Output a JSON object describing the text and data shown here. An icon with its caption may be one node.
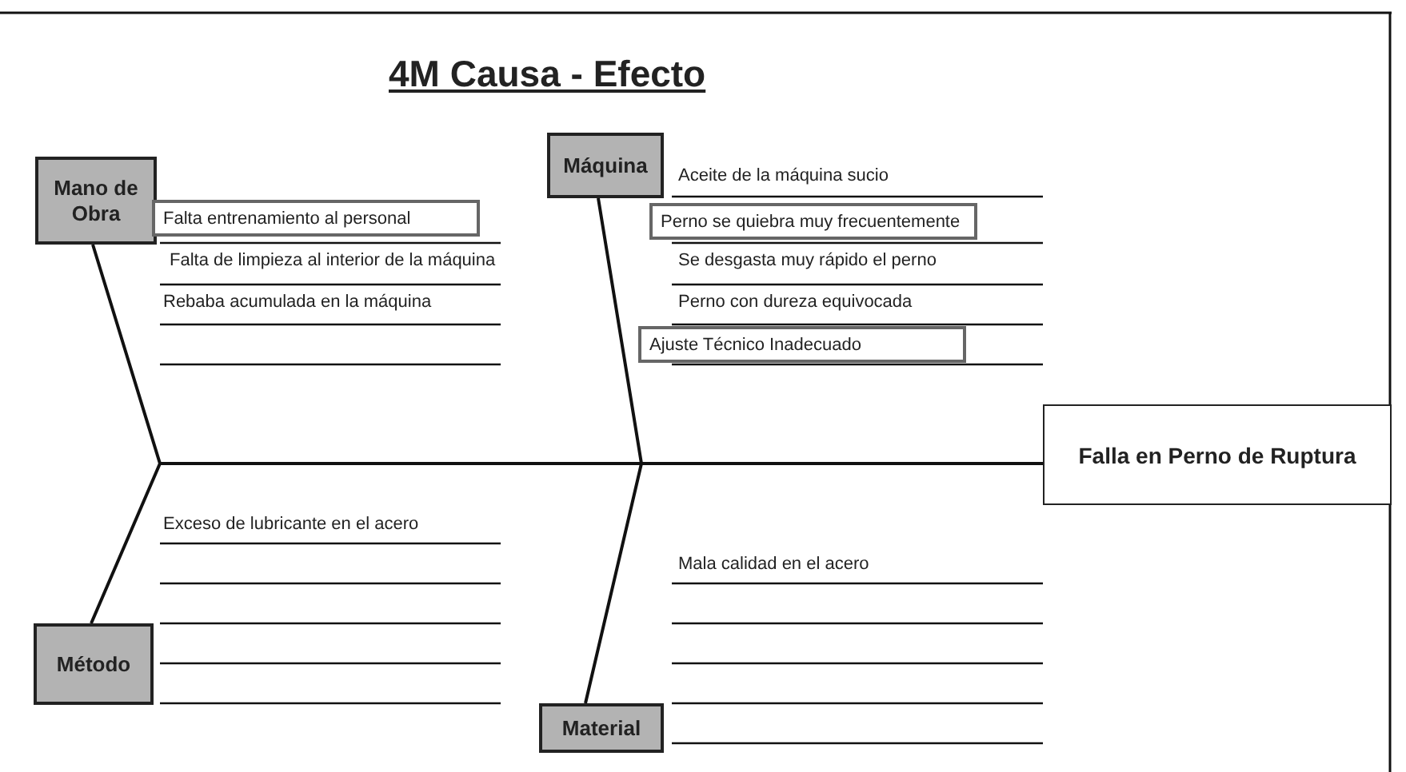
{
  "diagram": {
    "title": "4M Causa - Efecto",
    "nodes": [
      {
        "text": [
          "Mano de Obra"
        ]
      },
      {
        "text": [
          "Máquina"
        ]
      },
      {
        "text": [
          "Falta entrenamiento al personal"
        ]
      },
      {
        "text": [
          "Perno se quiebra muy frecuentemente"
        ]
      },
      {
        "text": [
          "Ajuste Técnico Inadecuado"
        ]
      },
      {
        "text": [
          "Falla en Perno de Ruptura"
        ]
      },
      {
        "text": [
          "Método"
        ]
      },
      {
        "text": [
          "Material"
        ]
      }
    ],
    "edges": [
      {
        "from": 0,
        "to": 5,
        "arrow": "none"
      },
      {
        "from": 1,
        "to": 5,
        "arrow": "none"
      },
      {
        "from": 6,
        "to": 5,
        "arrow": "none"
      },
      {
        "from": 7,
        "to": 5,
        "arrow": "none"
      }
    ],
    "labels": [
      "Falta de limpieza al interior de la máquina",
      "Rebaba acumulada en la máquina",
      "Aceite de la máquina sucio",
      "Se desgasta muy rápido el perno",
      "Perno con dureza equivocada",
      "Exceso de lubricante en el acero",
      "Mala calidad en el acero"
    ]
  }
}
